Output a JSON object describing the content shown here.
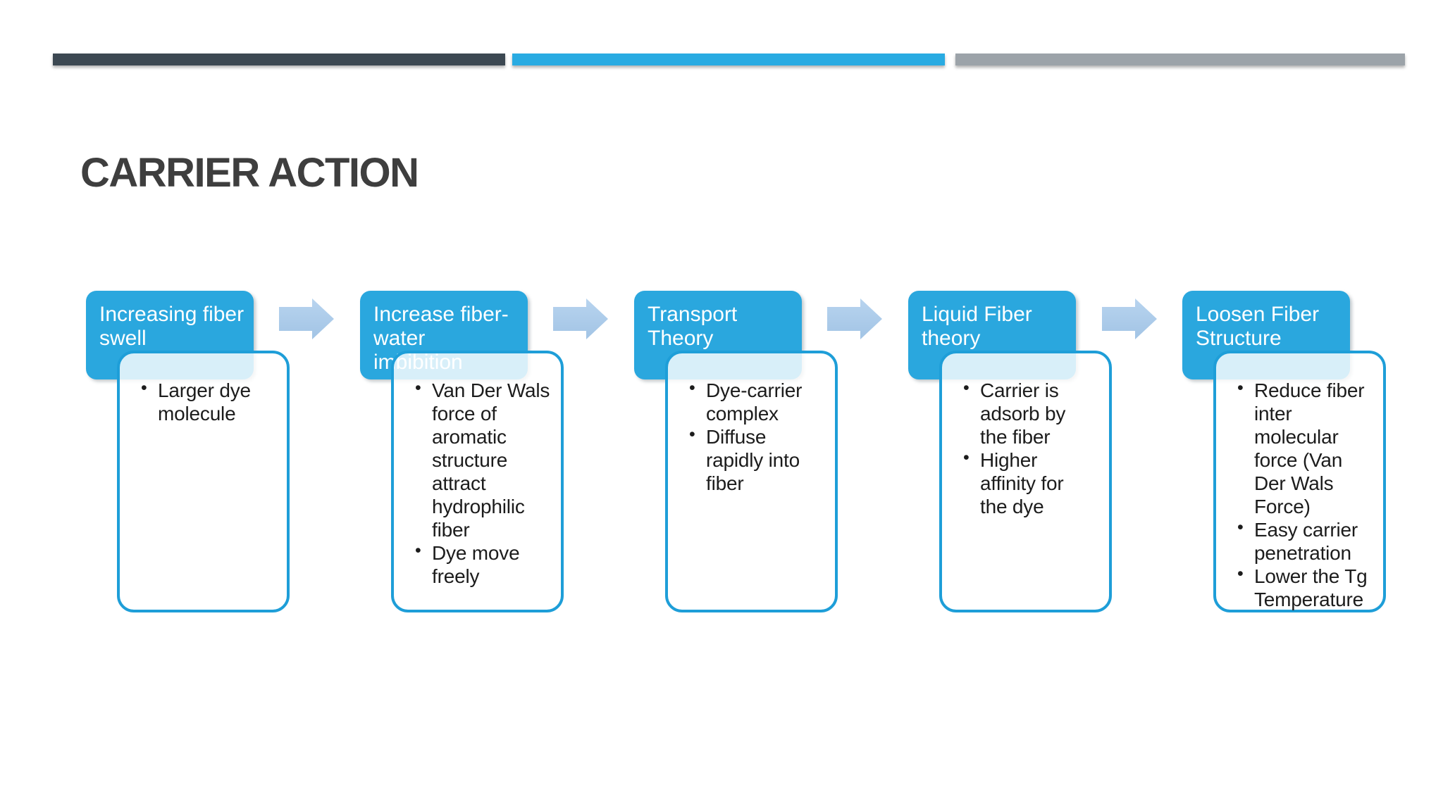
{
  "slide": {
    "title": "CARRIER ACTION",
    "top_bars": [
      {
        "name": "dark-bar",
        "color": "#3c4852"
      },
      {
        "name": "blue-bar",
        "color": "#29abe2"
      },
      {
        "name": "gray-bar",
        "color": "#9ca3a9"
      }
    ],
    "colors": {
      "header_fill": "#2aa7de",
      "body_border": "#1e9ed8",
      "body_overlap_tint": "#d8ecf8",
      "arrow_fill": "#aecdeb",
      "title_color": "#3e3e3e",
      "body_text": "#1c1c1c",
      "header_text": "#ffffff",
      "background": "#ffffff"
    },
    "steps": [
      {
        "title": "Increasing fiber\nswell",
        "bullets": [
          "Larger dye\nmolecule"
        ]
      },
      {
        "title": "Increase fiber-\nwater\nimbibition",
        "bullets": [
          "Van Der Wals\nforce of\naromatic\nstructure\nattract\nhydrophilic\nfiber",
          "Dye move\nfreely"
        ]
      },
      {
        "title": "Transport\nTheory",
        "bullets": [
          "Dye-carrier\ncomplex",
          "Diffuse\nrapidly into\nfiber"
        ]
      },
      {
        "title": "Liquid Fiber\ntheory",
        "bullets": [
          "Carrier is\nadsorb by\nthe fiber",
          "Higher\naffinity for\nthe dye"
        ]
      },
      {
        "title": "Loosen Fiber\nStructure",
        "bullets": [
          "Reduce fiber\ninter\nmolecular\nforce (Van\nDer Wals\nForce)",
          "Easy carrier\npenetration",
          "Lower the Tg\nTemperature"
        ]
      }
    ]
  }
}
